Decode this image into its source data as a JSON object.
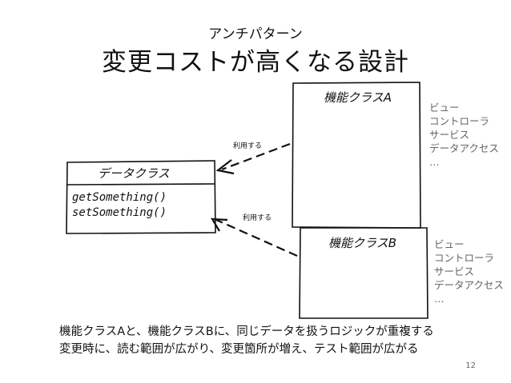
{
  "slide": {
    "subtitle": "アンチパターン",
    "title": "変更コストが高くなる設計",
    "page_number": "12"
  },
  "data_class": {
    "title": "データクラス",
    "methods": [
      "getSomething()",
      "setSomething()"
    ]
  },
  "class_a": {
    "title": "機能クラスA",
    "usage_label": "利用する",
    "notes": [
      "ビュー",
      "コントローラ",
      "サービス",
      "データアクセス",
      "…"
    ]
  },
  "class_b": {
    "title": "機能クラスB",
    "usage_label": "利用する",
    "notes": [
      "ビュー",
      "コントローラ",
      "サービス",
      "データアクセス",
      "…"
    ]
  },
  "footer": {
    "line1": "機能クラスAと、機能クラスBに、同じデータを扱うロジックが重複する",
    "line2": "変更時に、読む範囲が広がり、変更箇所が増え、テスト範囲が広がる"
  }
}
